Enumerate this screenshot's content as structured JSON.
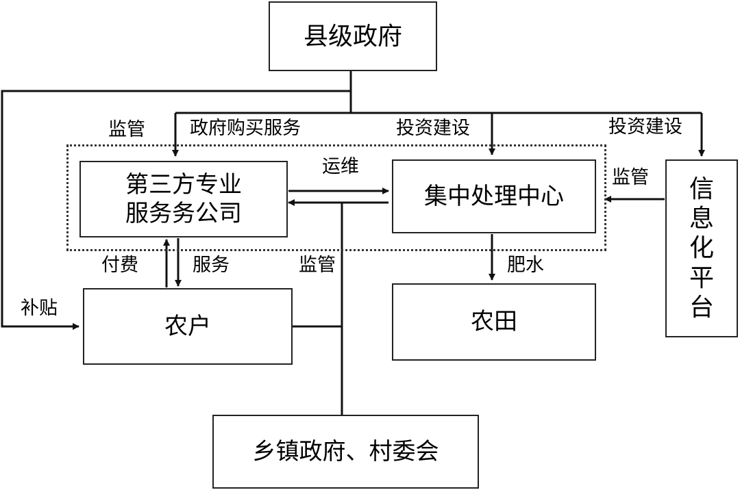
{
  "nodes": {
    "county_government": "县级政府",
    "third_party_company_line1": "第三方专业",
    "third_party_company_line2": "服务务公司",
    "central_treatment_center": "集中处理中心",
    "info_platform": [
      "信",
      "息",
      "化",
      "平",
      "台"
    ],
    "farmers": "农户",
    "farmland": "农田",
    "township_government": "乡镇政府、村委会"
  },
  "edge_labels": {
    "supervise_left": "监管",
    "gov_purchase_service": "政府购买服务",
    "invest_build_center": "投资建设",
    "invest_build_platform": "投资建设",
    "operation_maintenance": "运维",
    "supervise_platform": "监管",
    "pay_fee": "付费",
    "service": "服务",
    "supervise_township": "监管",
    "fertilizer_water": "肥水",
    "subsidy": "补贴"
  }
}
